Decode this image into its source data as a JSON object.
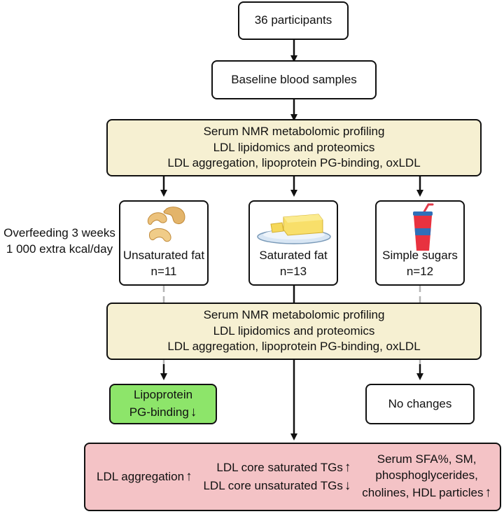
{
  "participants": "36 participants",
  "baseline": "Baseline blood samples",
  "profiling_1": {
    "line1": "Serum NMR metabolomic profiling",
    "line2": "LDL lipidomics and proteomics",
    "line3": "LDL aggregation, lipoprotein PG-binding, oxLDL"
  },
  "overfeeding": {
    "line1": "Overfeeding 3 weeks",
    "line2": "1 000 extra kcal/day"
  },
  "groups": [
    {
      "label": "Unsaturated fat",
      "n": "n=11",
      "icon": "cashew-icon"
    },
    {
      "label": "Saturated fat",
      "n": "n=13",
      "icon": "butter-icon"
    },
    {
      "label": "Simple sugars",
      "n": "n=12",
      "icon": "soda-cup-icon"
    }
  ],
  "profiling_2": {
    "line1": "Serum NMR metabolomic profiling",
    "line2": "LDL lipidomics and proteomics",
    "line3": "LDL aggregation, lipoprotein PG-binding, oxLDL"
  },
  "outcome_unsat": {
    "line1": "Lipoprotein",
    "line2": "PG-binding",
    "arrow": "↓"
  },
  "outcome_sugar": "No changes",
  "outcome_sat": {
    "ldl_aggregation": "LDL aggregation",
    "ldl_aggregation_arrow": "↑",
    "core_saturated": "LDL core saturated TGs",
    "core_saturated_arrow": "↑",
    "core_unsaturated": "LDL core unsaturated TGs",
    "core_unsaturated_arrow": "↓",
    "serum_line1": "Serum SFA%, SM,",
    "serum_line2": "phosphoglycerides,",
    "serum_line3": "cholines, HDL particles",
    "serum_arrow": "↑"
  },
  "colors": {
    "profiling_fill": "#f6f0d2",
    "green_fill": "#8de56a",
    "pink_fill": "#f4c3c6",
    "dashed_line": "#b5b5b5"
  }
}
